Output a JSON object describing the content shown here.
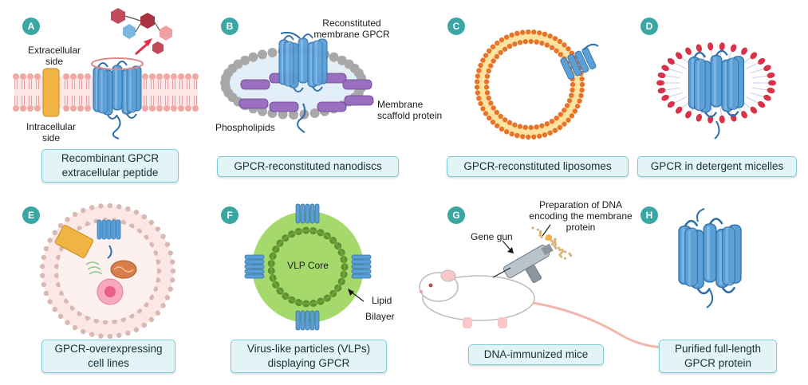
{
  "panels": {
    "a": {
      "letter": "A",
      "side_top": "Extracellular\nside",
      "side_bottom": "Intracellular\nside",
      "caption_1": "Recombinant GPCR",
      "caption_2": "extracellular peptide"
    },
    "b": {
      "letter": "B",
      "annot_top": "Reconstituted\nmembrane GPCR",
      "annot_right": "Membrane\nscaffold protein",
      "annot_left": "Phospholipids",
      "caption_1": "GPCR-reconstituted nanodiscs"
    },
    "c": {
      "letter": "C",
      "caption_1": "GPCR-reconstituted liposomes"
    },
    "d": {
      "letter": "D",
      "caption_1": "GPCR in detergent micelles"
    },
    "e": {
      "letter": "E",
      "caption_1": "GPCR-overexpressing",
      "caption_2": "cell lines"
    },
    "f": {
      "letter": "F",
      "core": "VLP Core",
      "annot_1": "Lipid",
      "annot_2": "Bilayer",
      "caption_1": "Virus-like particles (VLPs)",
      "caption_2": "displaying GPCR"
    },
    "g": {
      "letter": "G",
      "annot_dna": "Preparation of DNA\nencoding the membrane\nprotein",
      "annot_gun": "Gene gun",
      "caption_1": "DNA-immunized mice"
    },
    "h": {
      "letter": "H",
      "caption_1": "Purified full-length",
      "caption_2": "GPCR protein"
    }
  },
  "colors": {
    "badge": "#3ba7a5",
    "caption_bg": "#e3f4f7",
    "caption_border": "#7ec9d8",
    "gpcr": "#5a9fd6",
    "gpcr_dark": "#2f6ea8",
    "lipid_head": "#f2a9a5",
    "liposome_head": "#e8742a",
    "liposome_tail": "#f6d25a",
    "micelle_head": "#d8324b",
    "scaffold": "#9a6fc2",
    "phospholipid": "#a8a8a8",
    "vlp_green": "#a5d96c",
    "vlp_core": "#5c8f2f",
    "extracellular_peptide": "#c0495a"
  }
}
